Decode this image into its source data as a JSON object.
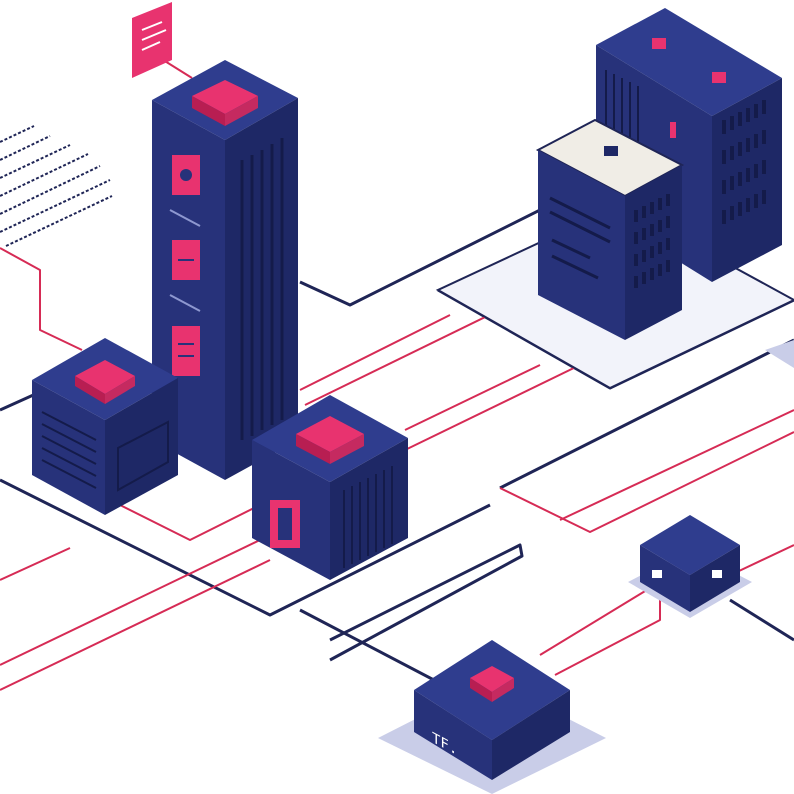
{
  "scene": {
    "description_free": true,
    "colors": {
      "background": "#ffffff",
      "navy_top": "#2f3d8e",
      "navy_left": "#27327a",
      "navy_right": "#1e2866",
      "magenta": "#e8336f",
      "magenta_dark": "#b81e52",
      "wire_navy": "#1f2556",
      "wire_red": "#d62b55",
      "platform": "#eef0f8"
    },
    "icons": [
      "document-card-icon",
      "tall-server-tower",
      "small-server-cube",
      "center-server-cube",
      "rack-server-back",
      "rack-server-front",
      "router-node",
      "hub-node",
      "text-list-lines"
    ]
  },
  "hub_node": {
    "label": "TF."
  }
}
